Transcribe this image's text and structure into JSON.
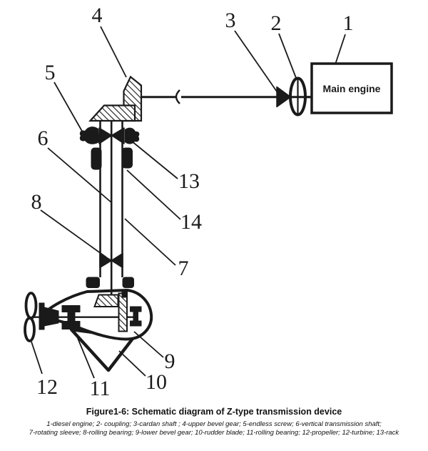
{
  "figure": {
    "engine_box_label": "Main engine",
    "caption_title": "Figure1-6: Schematic diagram of Z-type transmission device",
    "legend_line1": "1-diesel engine; 2- coupling; 3-cardan shaft ; 4-upper bevel gear; 5-endless screw; 6-vertical transmission shaft;",
    "legend_line2": "7-rotating sleeve; 8-rolling bearing; 9-lower bevel gear; 10-rudder blade; 11-rolling bearing; 12-propeller; 12-turbine; 13-rack"
  },
  "labels": [
    {
      "text": "1"
    },
    {
      "text": "2"
    },
    {
      "text": "3"
    },
    {
      "text": "4"
    },
    {
      "text": "5"
    },
    {
      "text": "6"
    },
    {
      "text": "7"
    },
    {
      "text": "8"
    },
    {
      "text": "9"
    },
    {
      "text": "10"
    },
    {
      "text": "11"
    },
    {
      "text": "12"
    },
    {
      "text": "13"
    },
    {
      "text": "14"
    }
  ],
  "colors": {
    "ink": "#1a1a1a",
    "background": "#ffffff"
  }
}
